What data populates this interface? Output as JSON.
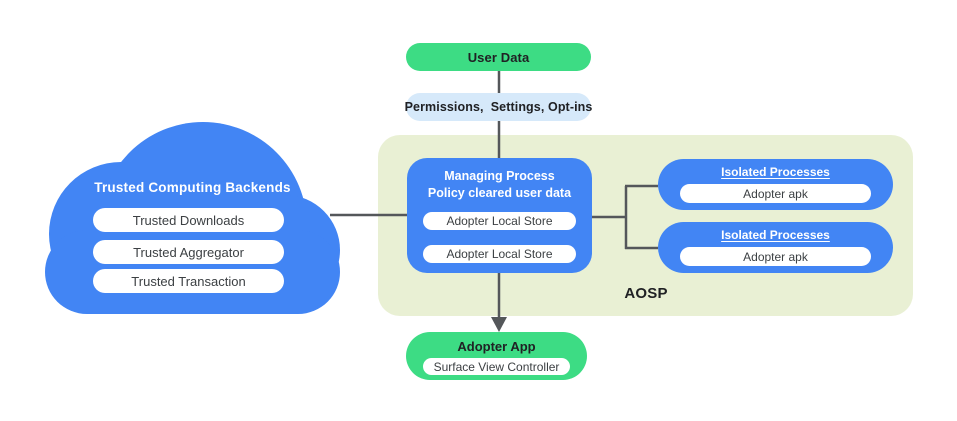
{
  "colors": {
    "blue": "#4285f4",
    "green": "#3ddc84",
    "light_blue": "#d6e9fa",
    "panel": "#e9f0d4",
    "line": "#54575a",
    "text_dark": "#202124",
    "pill_text": "#3c4043"
  },
  "diagram": {
    "user_data": {
      "label": "User Data"
    },
    "permissions": {
      "label": "Permissions,  Settings, Opt-ins"
    },
    "cloud": {
      "title": "Trusted Computing Backends",
      "items": [
        "Trusted Downloads",
        "Trusted Aggregator",
        "Trusted Transaction"
      ]
    },
    "aosp_panel": {
      "label": "AOSP",
      "managing_process": {
        "title_line1": "Managing Process",
        "title_line2": "Policy cleared user data",
        "items": [
          "Adopter Local Store",
          "Adopter Local Store"
        ]
      },
      "isolated_processes": [
        {
          "title": "Isolated Processes",
          "item": "Adopter apk"
        },
        {
          "title": "Isolated Processes",
          "item": "Adopter apk"
        }
      ]
    },
    "adopter_app": {
      "title": "Adopter App",
      "item": "Surface View Controller"
    }
  }
}
